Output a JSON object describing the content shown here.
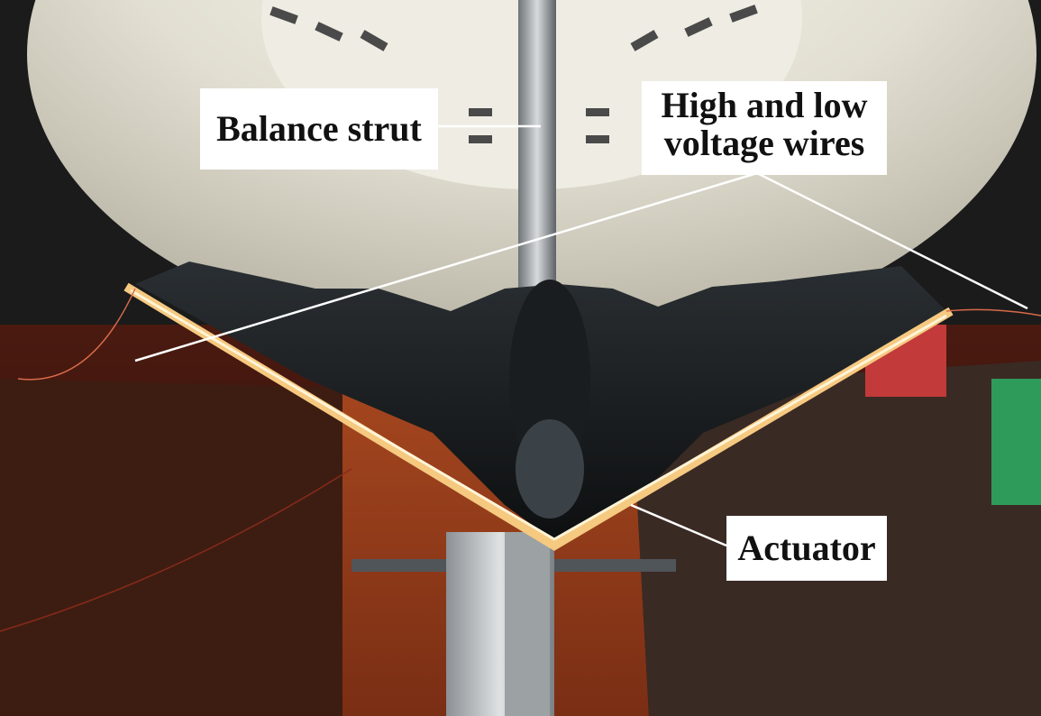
{
  "labels": {
    "balance_strut": "Balance strut",
    "wires_line1": "High and low",
    "wires_line2": "voltage wires",
    "actuator": "Actuator"
  },
  "colors": {
    "tunnel_wall": "#e6e3d6",
    "floor_wood": "#7a2a16",
    "model_body": "#15181a",
    "actuator_glow": "#f6c980",
    "leader_line": "#ffffff"
  }
}
